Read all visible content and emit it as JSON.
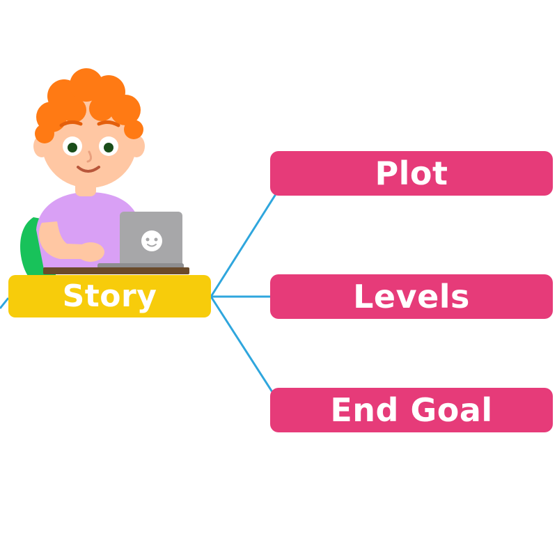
{
  "diagram": {
    "type": "mind-map",
    "root": {
      "label": "Story",
      "color": "#f7cc0b"
    },
    "branches": [
      {
        "label": "Plot",
        "color": "#e63b79"
      },
      {
        "label": "Levels",
        "color": "#e63b79"
      },
      {
        "label": "End Goal",
        "color": "#e63b79"
      }
    ],
    "connector_color": "#2fa6dd",
    "illustration": {
      "subject": "child-at-laptop",
      "hair_color": "#ff7a14",
      "shirt_color": "#d9a0f5",
      "laptop_color": "#a7a7a9",
      "chair_color": "#18c25a"
    }
  }
}
